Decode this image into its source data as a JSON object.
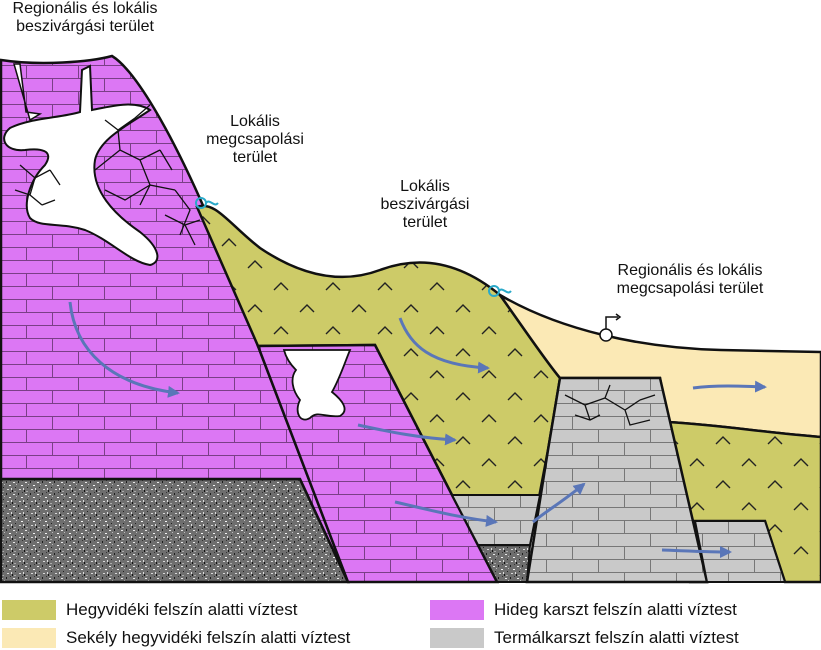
{
  "labels": {
    "regional_local_recharge": [
      "Regionális és lokális",
      "beszivárgási terület"
    ],
    "local_discharge": [
      "Lokális",
      "megcsapolási",
      "terület"
    ],
    "local_recharge": [
      "Lokális",
      "beszivárgási",
      "terület"
    ],
    "regional_local_discharge": [
      "Regionális és lokális",
      "megcsapolási terület"
    ]
  },
  "legend": [
    {
      "label": "Hegyvidéki felszín alatti víztest",
      "color": "#cdcb68"
    },
    {
      "label": "Sekély hegyvidéki felszín alatti víztest",
      "color": "#fbe9b5"
    },
    {
      "label": "Hideg karszt felszín alatti víztest",
      "color": "#dc77f4"
    },
    {
      "label": "Termálkarszt felszín alatti víztest",
      "color": "#c9c9c9"
    }
  ],
  "colors": {
    "hegyvideki": "#cdcb68",
    "sekely": "#fbe9b5",
    "hideg_karszt": "#dc77f4",
    "termalkarszt": "#c9c9c9",
    "basement": "#6e6e6e",
    "arrow": "#5a76b8",
    "spring": "#2aa9c9"
  }
}
